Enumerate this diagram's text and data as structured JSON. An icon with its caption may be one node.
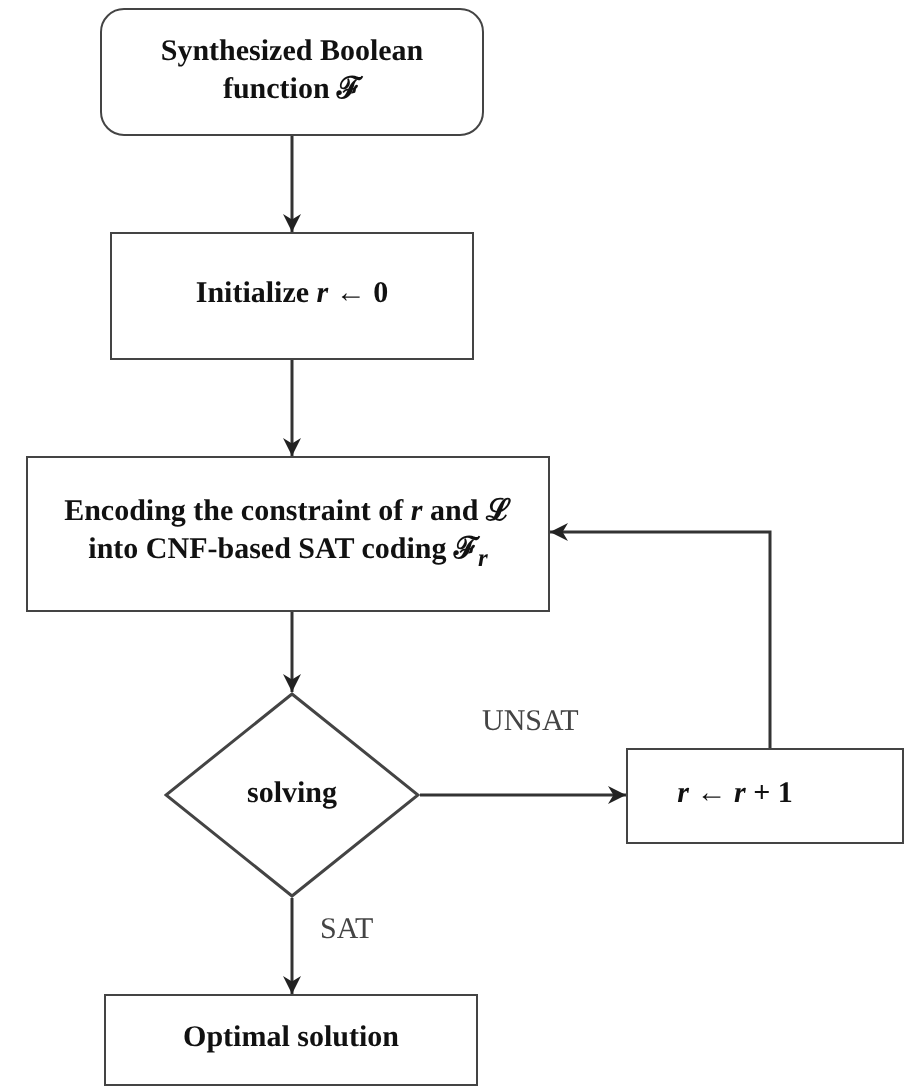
{
  "diagram": {
    "nodes": [
      {
        "text": [
          "Synthesized Boolean function ℱ"
        ]
      },
      {
        "text": [
          "Initialize *r* ← 0"
        ]
      },
      {
        "text": [
          "Encoding the constraint of *r* and ℒ into CNF-based SAT coding ℱ$_{r}$"
        ]
      },
      {
        "text": [
          "solving"
        ]
      },
      {
        "text": [
          "*r* ← *r* + 1"
        ]
      },
      {
        "text": [
          "Optimal solution"
        ]
      }
    ],
    "edges": [
      {
        "from": 0,
        "to": 1,
        "arrow": "to"
      },
      {
        "from": 1,
        "to": 2,
        "arrow": "to"
      },
      {
        "from": 2,
        "to": 3,
        "arrow": "to"
      },
      {
        "from": 3,
        "to": 4,
        "arrow": "to",
        "label": "UNSAT"
      },
      {
        "from": 4,
        "to": 2,
        "arrow": "to"
      },
      {
        "from": 3,
        "to": 5,
        "arrow": "to",
        "label": "SAT"
      }
    ]
  }
}
